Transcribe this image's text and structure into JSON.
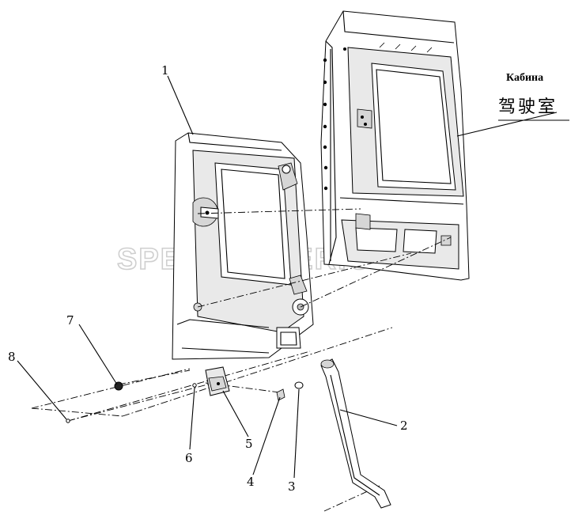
{
  "labels": {
    "cabin_ru": "Кабина",
    "cabin_cn": "驾驶室",
    "watermark": "SPECSERVER.COM"
  },
  "callouts": [
    {
      "id": "1",
      "text": "1"
    },
    {
      "id": "2",
      "text": "2"
    },
    {
      "id": "3",
      "text": "3"
    },
    {
      "id": "4",
      "text": "4"
    },
    {
      "id": "5",
      "text": "5"
    },
    {
      "id": "6",
      "text": "6"
    },
    {
      "id": "7",
      "text": "7"
    },
    {
      "id": "8",
      "text": "8"
    }
  ]
}
